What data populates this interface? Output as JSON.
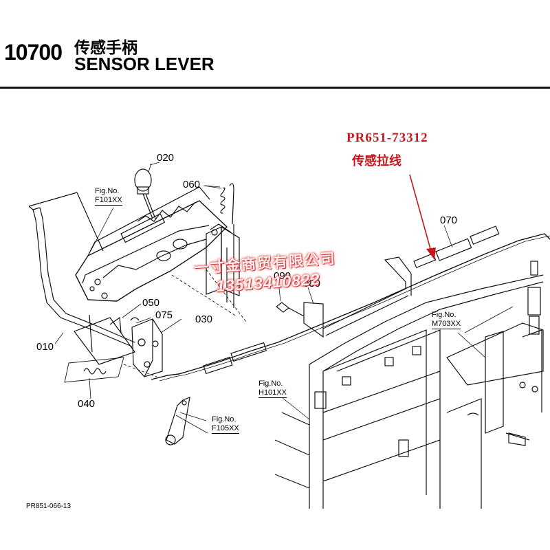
{
  "header": {
    "code": "10700",
    "title_cn": "传感手柄",
    "title_en": "SENSOR LEVER"
  },
  "callout": {
    "part_number": "PR651-73312",
    "part_name_cn": "传感拉线"
  },
  "labels": {
    "l020": "020",
    "l060": "060",
    "l070": "070",
    "l090": "090",
    "l080": "080",
    "l050": "050",
    "l075": "075",
    "l030": "030",
    "l010": "010",
    "l040": "040"
  },
  "figrefs": {
    "f1_title": "Fig.No.",
    "f1_ref": "F101XX",
    "f2_title": "Fig.No.",
    "f2_ref": "M703XX",
    "f3_title": "Fig.No.",
    "f3_ref": "H101XX",
    "f4_title": "Fig.No.",
    "f4_ref": "F105XX"
  },
  "watermark": {
    "line1": "一寸金商贸有限公司",
    "line2": "13513410822"
  },
  "footer": {
    "code": "PR851-066-13"
  },
  "colors": {
    "callout": "#c4161c",
    "line": "#111111"
  }
}
